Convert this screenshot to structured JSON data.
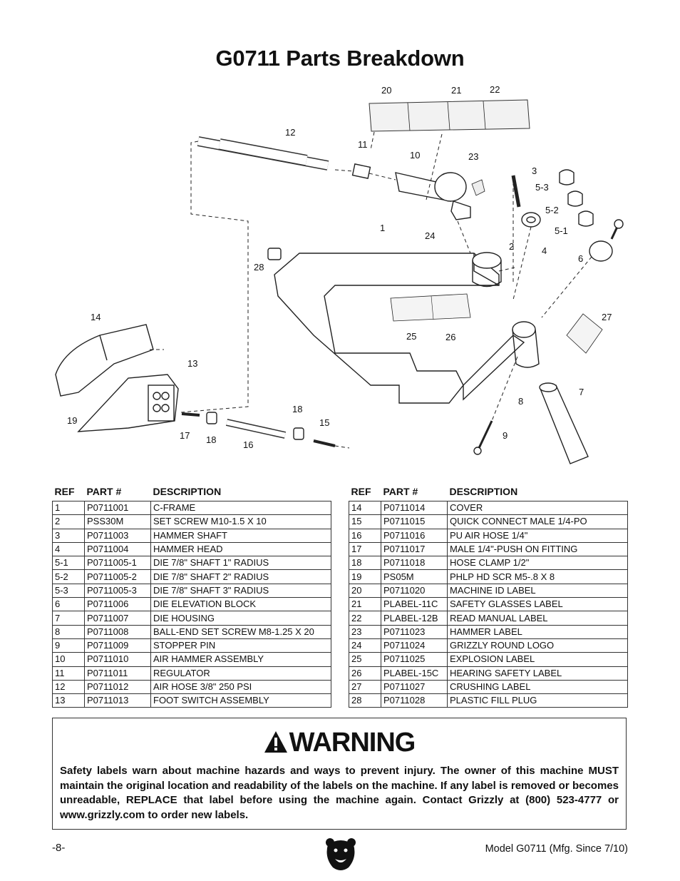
{
  "title": "G0711 Parts Breakdown",
  "diagram": {
    "callouts": [
      "20",
      "21",
      "22",
      "12",
      "11",
      "10",
      "23",
      "3",
      "5-3",
      "5-2",
      "5-1",
      "4",
      "6",
      "1",
      "24",
      "2",
      "28",
      "14",
      "25",
      "26",
      "27",
      "13",
      "8",
      "7",
      "18",
      "15",
      "19",
      "17",
      "18",
      "16",
      "9"
    ]
  },
  "table_headers": {
    "ref": "REF",
    "part": "PART #",
    "desc": "DESCRIPTION"
  },
  "parts_left": [
    {
      "ref": "1",
      "part": "P0711001",
      "desc": "C-FRAME"
    },
    {
      "ref": "2",
      "part": "PSS30M",
      "desc": "SET SCREW M10-1.5 X 10"
    },
    {
      "ref": "3",
      "part": "P0711003",
      "desc": "HAMMER SHAFT"
    },
    {
      "ref": "4",
      "part": "P0711004",
      "desc": "HAMMER HEAD"
    },
    {
      "ref": "5-1",
      "part": "P0711005-1",
      "desc": "DIE 7/8\" SHAFT 1\" RADIUS"
    },
    {
      "ref": "5-2",
      "part": "P0711005-2",
      "desc": "DIE 7/8\" SHAFT 2\" RADIUS"
    },
    {
      "ref": "5-3",
      "part": "P0711005-3",
      "desc": "DIE 7/8\" SHAFT 3\" RADIUS"
    },
    {
      "ref": "6",
      "part": "P0711006",
      "desc": "DIE ELEVATION BLOCK"
    },
    {
      "ref": "7",
      "part": "P0711007",
      "desc": "DIE HOUSING"
    },
    {
      "ref": "8",
      "part": "P0711008",
      "desc": "BALL-END SET SCREW M8-1.25 X 20"
    },
    {
      "ref": "9",
      "part": "P0711009",
      "desc": "STOPPER PIN"
    },
    {
      "ref": "10",
      "part": "P0711010",
      "desc": "AIR HAMMER ASSEMBLY"
    },
    {
      "ref": "11",
      "part": "P0711011",
      "desc": "REGULATOR"
    },
    {
      "ref": "12",
      "part": "P0711012",
      "desc": "AIR HOSE 3/8\" 250 PSI"
    },
    {
      "ref": "13",
      "part": "P0711013",
      "desc": "FOOT SWITCH ASSEMBLY"
    }
  ],
  "parts_right": [
    {
      "ref": "14",
      "part": "P0711014",
      "desc": "COVER"
    },
    {
      "ref": "15",
      "part": "P0711015",
      "desc": "QUICK CONNECT MALE 1/4-PO"
    },
    {
      "ref": "16",
      "part": "P0711016",
      "desc": "PU AIR HOSE 1/4\""
    },
    {
      "ref": "17",
      "part": "P0711017",
      "desc": "MALE  1/4\"-PUSH ON FITTING"
    },
    {
      "ref": "18",
      "part": "P0711018",
      "desc": "HOSE CLAMP 1/2\""
    },
    {
      "ref": "19",
      "part": "PS05M",
      "desc": "PHLP HD SCR M5-.8 X 8"
    },
    {
      "ref": "20",
      "part": "P0711020",
      "desc": "MACHINE ID LABEL"
    },
    {
      "ref": "21",
      "part": "PLABEL-11C",
      "desc": "SAFETY GLASSES LABEL"
    },
    {
      "ref": "22",
      "part": "PLABEL-12B",
      "desc": "READ MANUAL LABEL"
    },
    {
      "ref": "23",
      "part": "P0711023",
      "desc": "HAMMER LABEL"
    },
    {
      "ref": "24",
      "part": "P0711024",
      "desc": "GRIZZLY ROUND LOGO"
    },
    {
      "ref": "25",
      "part": "P0711025",
      "desc": "EXPLOSION LABEL"
    },
    {
      "ref": "26",
      "part": "PLABEL-15C",
      "desc": "HEARING SAFETY LABEL"
    },
    {
      "ref": "27",
      "part": "P0711027",
      "desc": "CRUSHING LABEL"
    },
    {
      "ref": "28",
      "part": "P0711028",
      "desc": "PLASTIC FILL PLUG"
    }
  ],
  "warning": {
    "heading": "WARNING",
    "text": "Safety labels warn about machine hazards and ways to prevent injury. The owner of this machine MUST maintain the original location and readability of the labels on the machine. If any label is removed or becomes unreadable, REPLACE that label before using the machine again. Contact Grizzly at (800) 523-4777 or www.grizzly.com to order new labels."
  },
  "footer": {
    "page": "-8-",
    "model": "Model G0711 (Mfg. Since 7/10)"
  }
}
